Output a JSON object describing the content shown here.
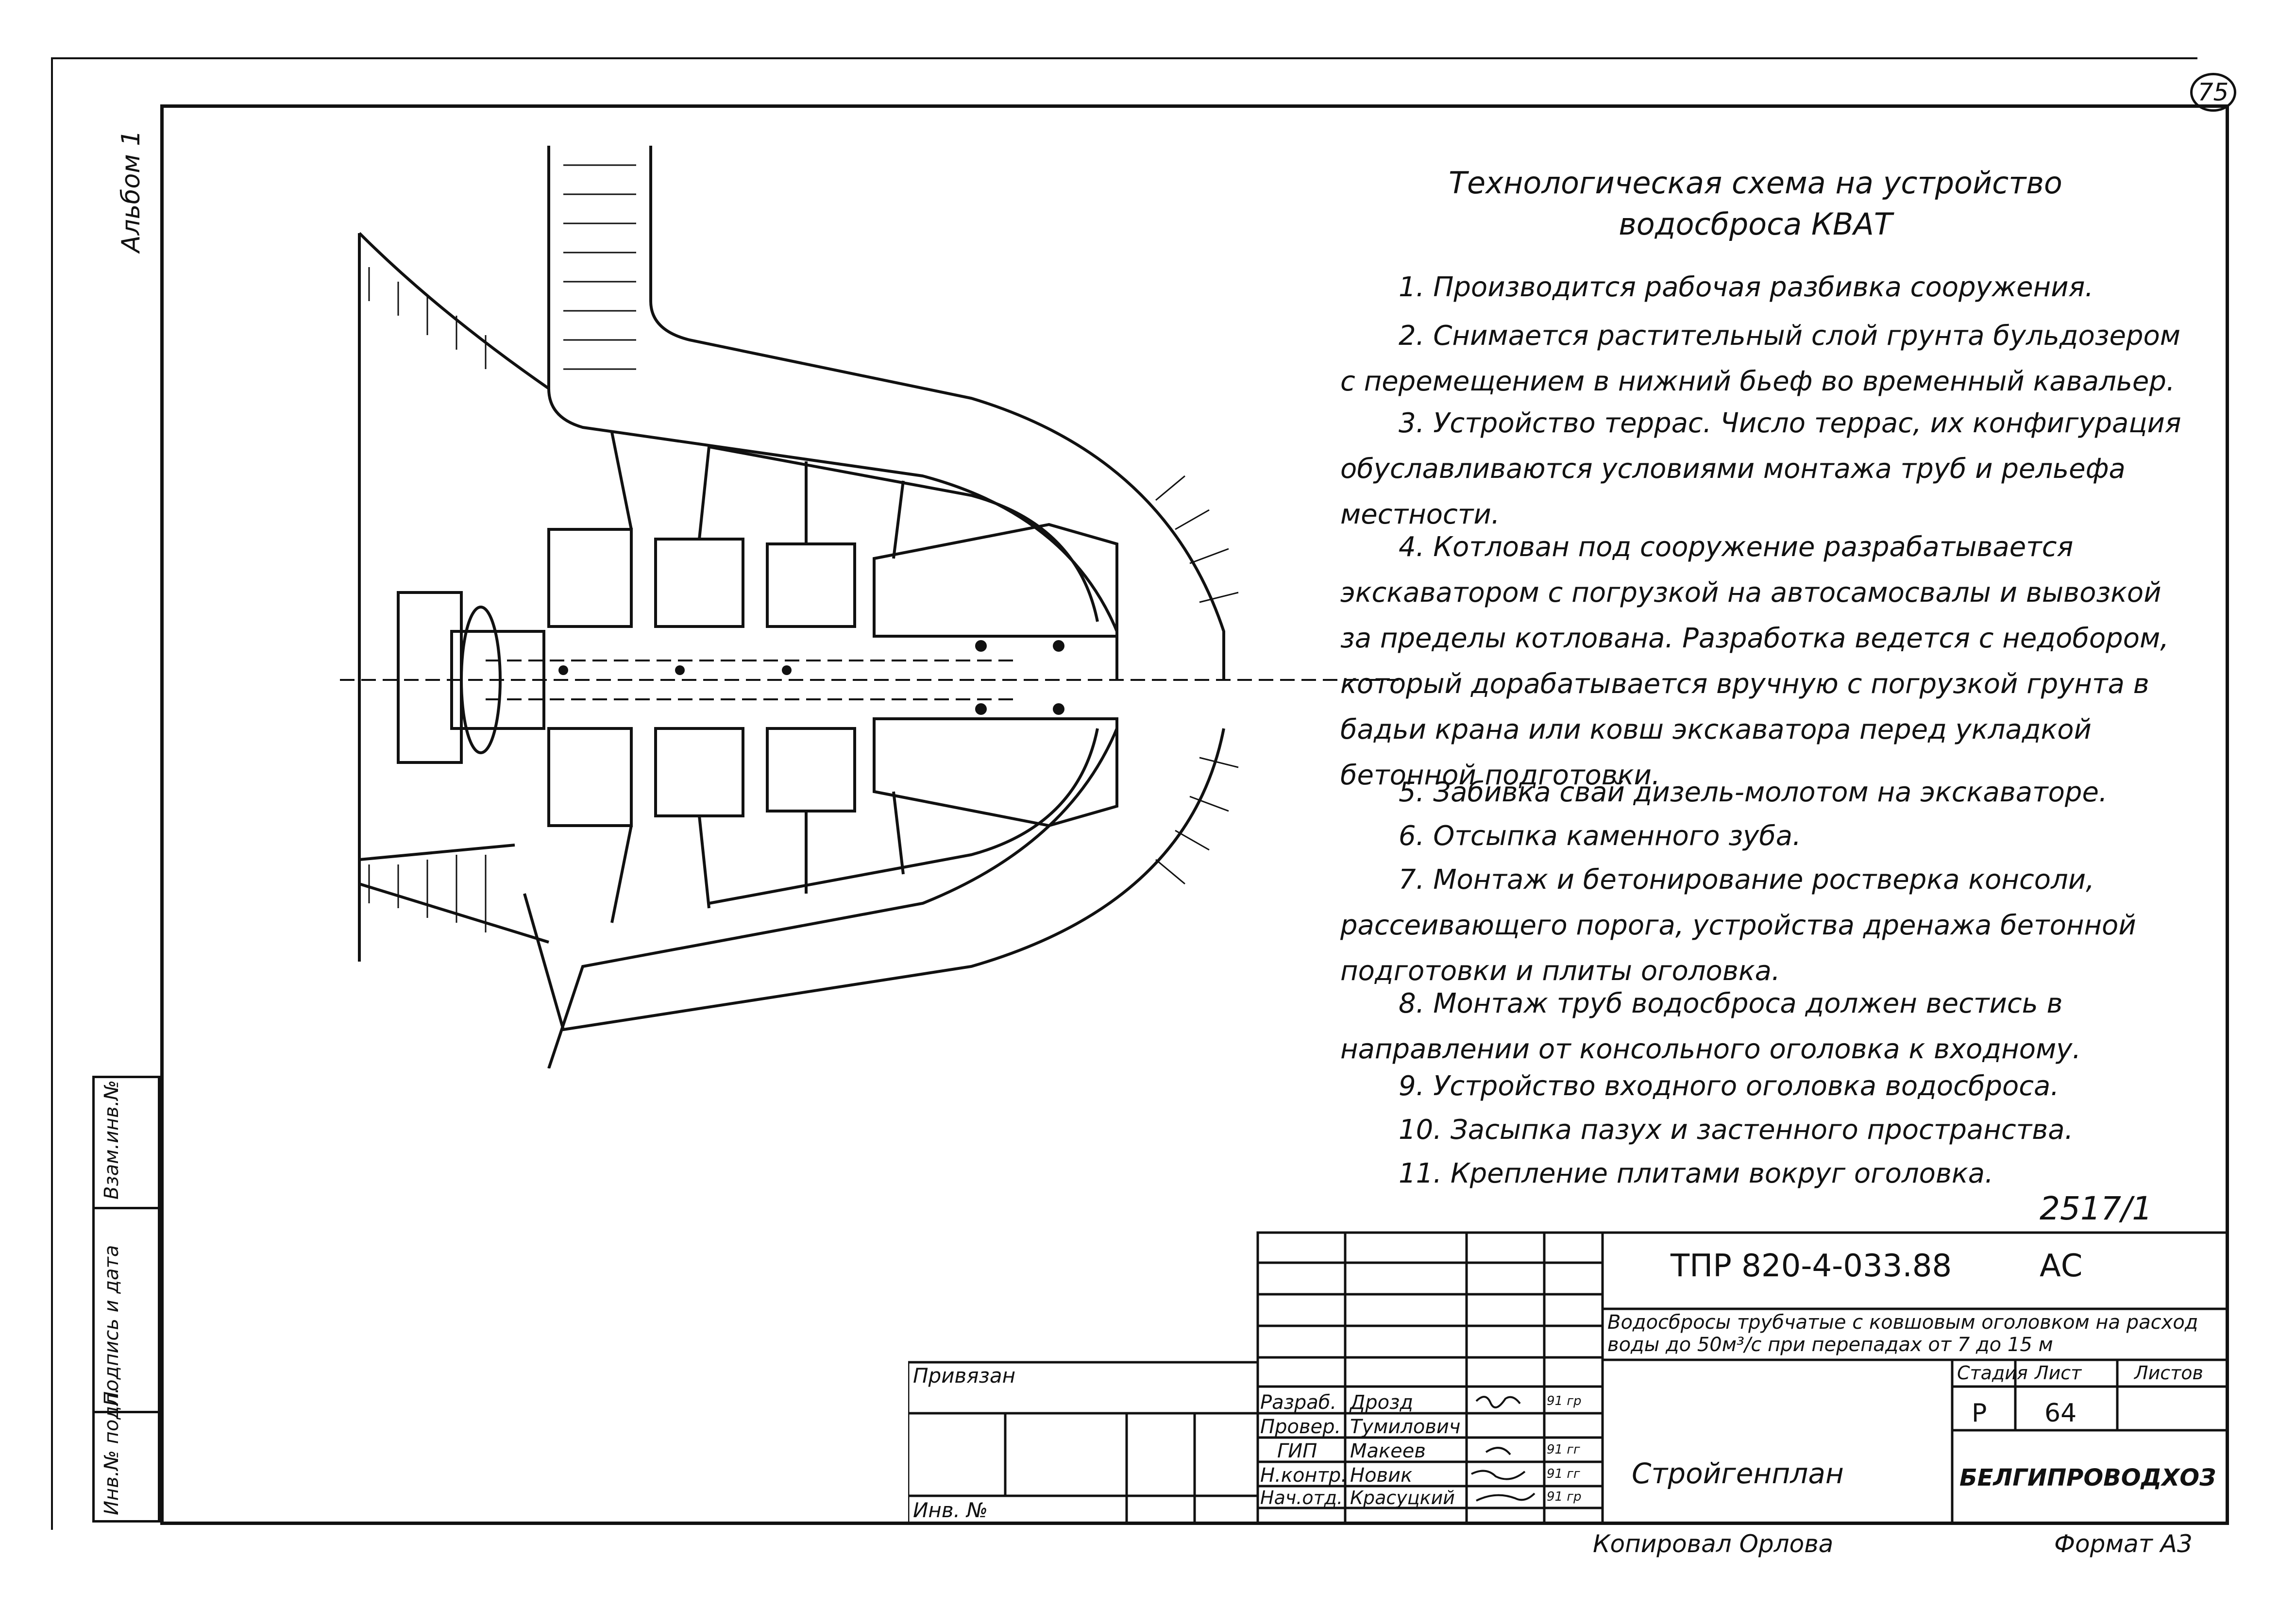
{
  "margin": {
    "album": "Альбом 1",
    "field_inv_podl": "Инв.№ подл.",
    "field_podpis": "Подпись и дата",
    "field_vzam": "Взам.инв.№"
  },
  "page_number": "75",
  "heading": {
    "line1": "Технологическая схема на устройство",
    "line2": "водосброса КВАТ"
  },
  "steps": [
    "1. Производится рабочая разбивка сооружения.",
    "2. Снимается растительный слой грунта бульдозером с перемещением в нижний бьеф во временный кавальер.",
    "3. Устройство террас. Число террас, их конфигурация обуславливаются условиями монтажа труб и рельефа местности.",
    "4. Котлован под сооружение разрабатывается экскаватором с погрузкой на автосамосвалы и вывозкой за пределы котлована. Разработка ведется с недобором, который дорабатывается вручную с погрузкой грунта в бадьи крана или ковш экскаватора перед укладкой бетонной подготовки.",
    "5. Забивка свай дизель-молотом на экскаваторе.",
    "6. Отсыпка каменного зуба.",
    "7. Монтаж и бетонирование ростверка консоли, рассеивающего порога, устройства дренажа бетонной подготовки и плиты оголовка.",
    "8. Монтаж труб водосброса должен вестись в направлении от консольного оголовка к входному.",
    "9. Устройство входного оголовка водосброса.",
    "10. Засыпка пазух и застенного пространства.",
    "11. Крепление плитами вокруг оголовка."
  ],
  "handwritten_ref": "2517/1",
  "title_block": {
    "doc_code": "ТПР 820-4-033.88",
    "mark": "АС",
    "description": "Водосбросы трубчатые с ковшовым оголовком на расход воды до 50м³/с при перепадах от 7 до 15 м",
    "sheet_title": "Стройгенплан",
    "organization": "БЕЛГИПРОВОДХОЗ",
    "stage_label": "Стадия",
    "sheet_label": "Лист",
    "sheets_label": "Листов",
    "stage": "Р",
    "sheet": "64",
    "sheets": "",
    "privyazan": "Привязан",
    "inv_no": "Инв. №",
    "roles": [
      {
        "role": "Разраб.",
        "name": "Дрозд",
        "date": "91 гр"
      },
      {
        "role": "Провер.",
        "name": "Тумилович",
        "date": ""
      },
      {
        "role": "ГИП",
        "name": "Макеев",
        "date": "91 гг"
      },
      {
        "role": "Н.контр.",
        "name": "Новик",
        "date": "91 гг"
      },
      {
        "role": "Нач.отд.",
        "name": "Красуцкий",
        "date": "91 гр"
      }
    ]
  },
  "footer": {
    "copied": "Копировал Орлова",
    "format": "Формат А3"
  }
}
